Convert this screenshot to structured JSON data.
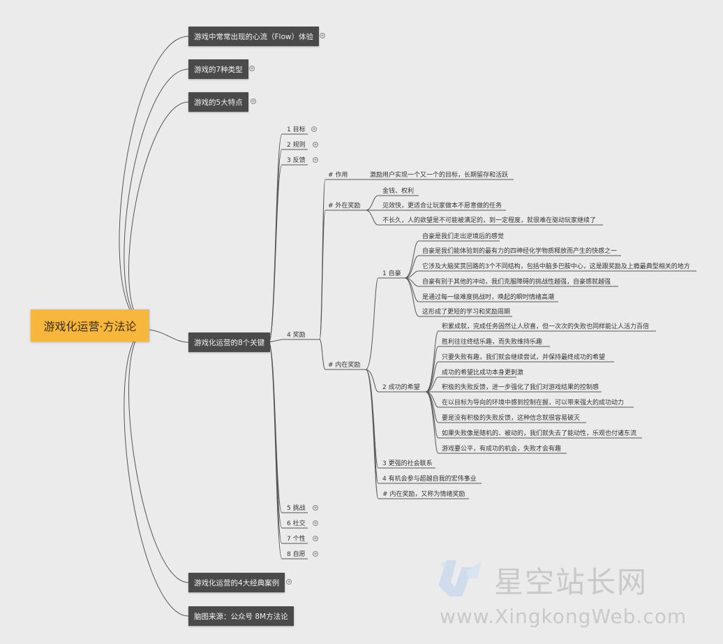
{
  "root": "游戏化运营·方法论",
  "main_nodes": [
    "游戏中常常出现的心流（Flow）体验",
    "游戏的7种类型",
    "游戏的5大特点",
    "游戏化运营的8个关键",
    "游戏化运营的4大经典案例",
    "脑图来源：公众号 8M方法论"
  ],
  "keys": [
    "1 目标",
    "2 规则",
    "3 反馈",
    "4 奖励",
    "5 挑战",
    "6 社交",
    "7 个性",
    "8 自愿"
  ],
  "reward": {
    "role_label": "# 作用",
    "role_text": "激励用户实现一个又一个的目标，长期留存和活跃",
    "external_label": "# 外在奖励",
    "external_items": [
      "金钱、权利",
      "见效快，更适合让玩家做本不愿意做的任务",
      "不长久，人的欲望是不可能被满足的，到一定程度，就很难在驱动玩家继续了"
    ],
    "internal_label": "# 内在奖励",
    "pride_label": "1 自豪",
    "pride_items": [
      "自豪是我们走出逆境后的感觉",
      "自豪是我们能体验到的最有力的四神经化学物质释放而产生的快感之一",
      "它涉及大脑奖赏回路的3个不同结构，包括中脑多巴胺中心，这是跟奖励及上瘾最典型相关的地方",
      "自豪有别于其他的冲动，我们克服障碍的挑战性越强，自豪感就越强",
      "是通过每一级难度挑战时，唤起的瞬时情绪高潮",
      "这形成了更短的学习和奖励周期"
    ],
    "hope_label": "2 成功的希望",
    "hope_items": [
      "积累成就，完成任务固然让人欣喜，但一次次的失败也同样能让人活力百倍",
      "胜利往往终结乐趣，而失败维持乐趣",
      "只要失败有趣，我们就会继续尝试，并保持最终成功的希望",
      "成功的希望比成功本身更刺激",
      "积极的失败反馈，进一步强化了我们对游戏结果的控制感",
      "在以目标为导向的环境中感到控制在握，可以带来强大的成功动力",
      "要是没有积极的失败反馈，这种信念就很容易破灭",
      "如果失败像是随机的、被动的，我们就失去了能动性，乐观也付诸东流",
      "游戏要公平，有成功的机会，失败才会有趣"
    ],
    "others": [
      "3 更强的社会联系",
      "4 有机会参与超越自我的宏伟事业",
      "# 内在奖励，又称为情绪奖励"
    ]
  },
  "watermark": {
    "cn": "星空站长网",
    "en": "www.XingkongWeb.com"
  }
}
